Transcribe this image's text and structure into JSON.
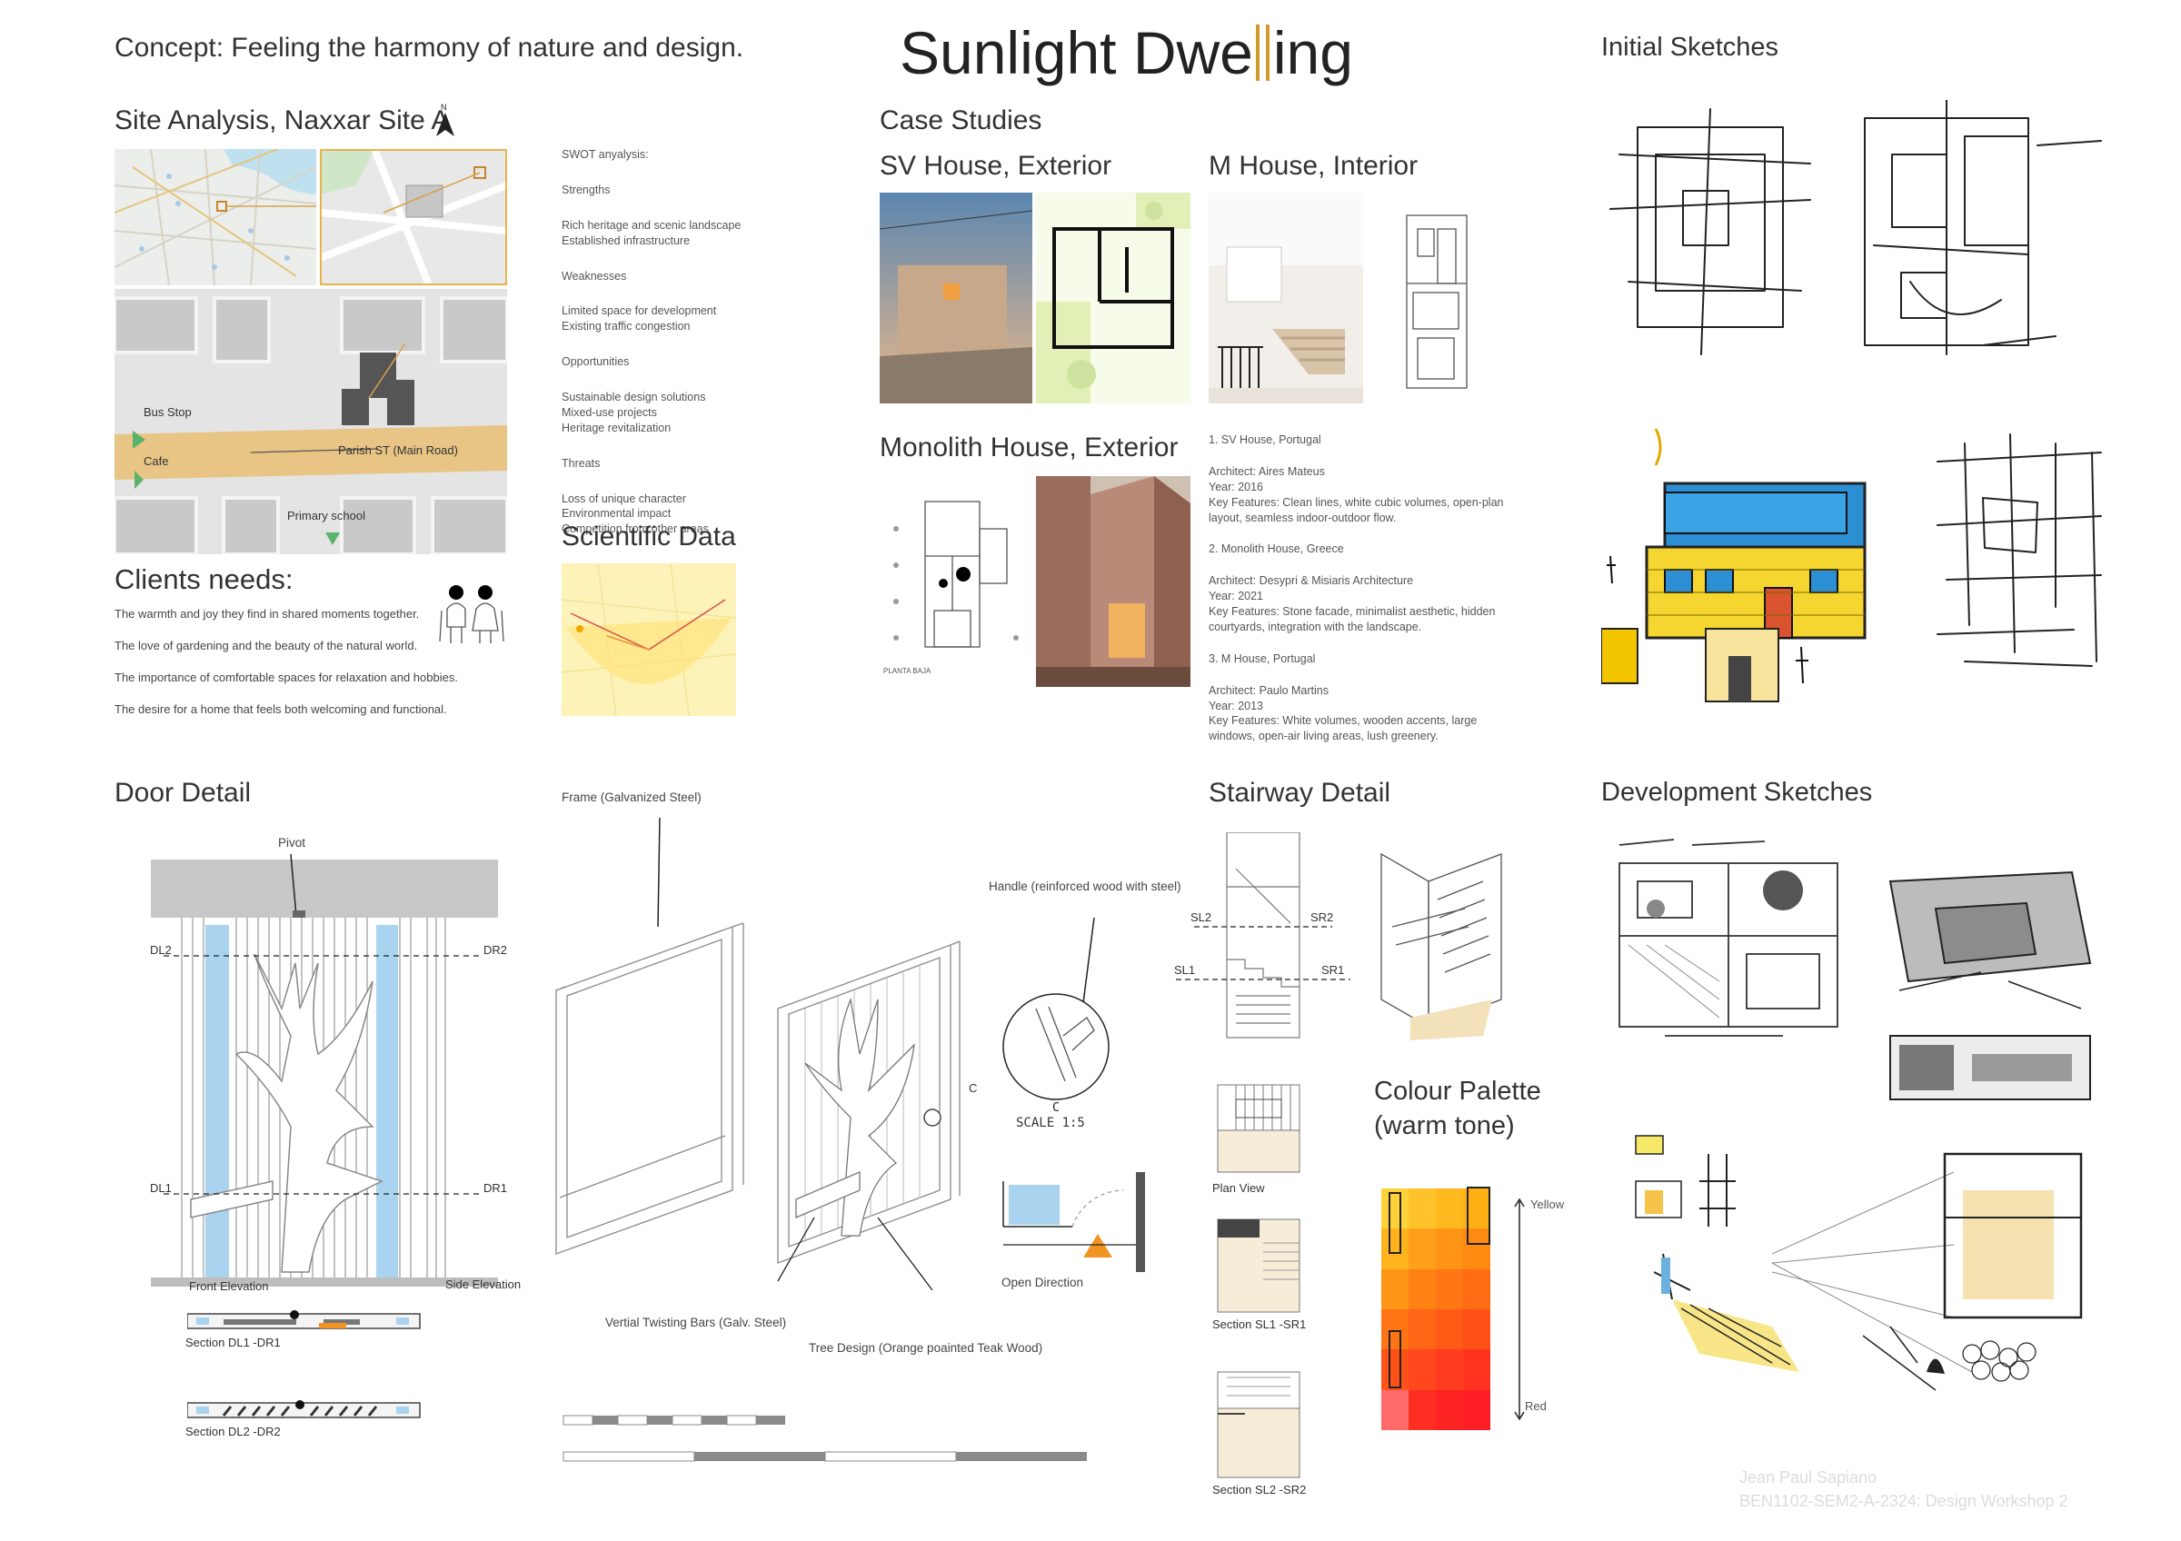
{
  "header": {
    "concept": "Concept: Feeling the harmony of nature and design.",
    "title_part1": "Sunlight Dwe",
    "title_part2": "ing",
    "accent_color": "#d19a2c"
  },
  "site": {
    "title": "Site Analysis, Naxxar Site A",
    "north": "N",
    "map_labels": {
      "bus_stop": "Bus Stop",
      "cafe": "Cafe",
      "road": "Parish ST (Main Road)",
      "school": "Primary school"
    }
  },
  "swot": {
    "heading": "SWOT anyalysis:",
    "strengths_h": "Strengths",
    "strengths": [
      "Rich heritage and scenic landscape",
      "Established infrastructure"
    ],
    "weaknesses_h": "Weaknesses",
    "weaknesses": [
      "Limited space for development",
      "Existing traffic congestion"
    ],
    "opportunities_h": "Opportunities",
    "opportunities": [
      "Sustainable design solutions",
      "Mixed-use projects",
      "Heritage revitalization"
    ],
    "threats_h": "Threats",
    "threats": [
      "Loss of unique character",
      "Environmental impact",
      "Competition from other areas"
    ]
  },
  "scientific": {
    "title": "Scientific Data"
  },
  "clients": {
    "title": "Clients needs:",
    "needs": [
      "The warmth and joy they find in shared moments together.",
      "The love of gardening and the beauty of the natural world.",
      "The importance of comfortable spaces for relaxation and hobbies.",
      "The desire for a home that feels both welcoming and functional."
    ]
  },
  "case_studies": {
    "title": "Case Studies",
    "sv_title": "SV House, Exterior",
    "m_title": "M House, Interior",
    "monolith_title": "Monolith House, Exterior",
    "monolith_plan_caption": "PLANTA BAJA",
    "details": [
      "1. SV House, Portugal",
      "Architect: Aires Mateus",
      "Year: 2016",
      "Key Features: Clean lines, white cubic volumes, open-plan layout, seamless indoor-outdoor flow.",
      "2. Monolith House, Greece",
      "Architect: Desypri & Misiaris Architecture",
      "Year: 2021",
      "Key Features: Stone facade, minimalist aesthetic, hidden courtyards, integration with the landscape.",
      "3. M House, Portugal",
      "Architect: Paulo Martins",
      "Year: 2013",
      "Key Features: White volumes, wooden accents, large windows, open-air living areas, lush greenery."
    ]
  },
  "initial_sketches": {
    "title": "Initial Sketches"
  },
  "door": {
    "title": "Door Detail",
    "pivot": "Pivot",
    "dl2": "DL2",
    "dr2": "DR2",
    "dl1": "DL1",
    "dr1": "DR1",
    "front_elevation": "Front Elevation",
    "side_elevation": "Side Elevation",
    "section1": "Section DL1 -DR1",
    "section2": "Section DL2 -DR2",
    "frame": "Frame (Galvanized Steel)",
    "handle": "Handle (reinforced wood with steel)",
    "callout": "C",
    "scale_c": "C",
    "scale": "SCALE 1:5",
    "open_direction": "Open Direction",
    "bars": "Vertial Twisting Bars (Galv. Steel)",
    "tree": "Tree Design (Orange poainted Teak Wood)"
  },
  "stair": {
    "title": "Stairway Detail",
    "sl2": "SL2",
    "sr2": "SR2",
    "sl1": "SL1",
    "sr1": "SR1",
    "plan": "Plan View",
    "sec1": "Section SL1 -SR1",
    "sec2": "Section SL2 -SR2"
  },
  "palette": {
    "title_line1": "Colour Palette",
    "title_line2": "(warm tone)",
    "top_label": "Yellow",
    "bottom_label": "Red",
    "colors": [
      "#ffd23a",
      "#ffb41e",
      "#ff9516",
      "#ff7414",
      "#ff5218",
      "#ff2e22"
    ]
  },
  "development": {
    "title": "Development Sketches"
  },
  "footer": {
    "name": "Jean Paul Sapiano",
    "course": "BEN1102-SEM2-A-2324: Design Workshop 2"
  }
}
